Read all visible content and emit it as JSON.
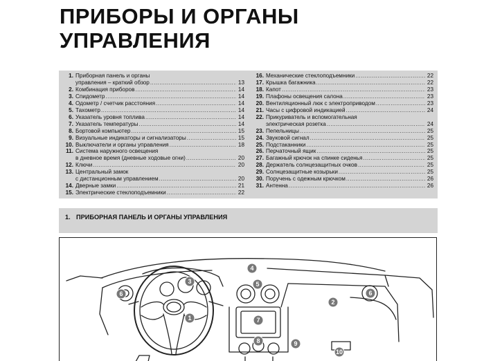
{
  "title": {
    "line1": "ПРИБОРЫ И ОРГАНЫ",
    "line2": "УПРАВЛЕНИЯ"
  },
  "toc": {
    "left": [
      {
        "num": "1.",
        "lines": [
          "Приборная панель и органы",
          "управления – краткий обзор"
        ],
        "page": "13"
      },
      {
        "num": "2.",
        "lines": [
          "Комбинация приборов"
        ],
        "page": "14"
      },
      {
        "num": "3.",
        "lines": [
          "Спидометр"
        ],
        "page": "14"
      },
      {
        "num": "4.",
        "lines": [
          "Одометр / счетчик расстояния"
        ],
        "page": "14"
      },
      {
        "num": "5.",
        "lines": [
          "Тахометр"
        ],
        "page": "14"
      },
      {
        "num": "6.",
        "lines": [
          "Указатель уровня топлива"
        ],
        "page": "14"
      },
      {
        "num": "7.",
        "lines": [
          "Указатель температуры"
        ],
        "page": "14"
      },
      {
        "num": "8.",
        "lines": [
          "Бортовой компьютер"
        ],
        "page": "15"
      },
      {
        "num": "9.",
        "lines": [
          "Визуальные индикаторы и сигнализаторы"
        ],
        "page": "15"
      },
      {
        "num": "10.",
        "lines": [
          "Выключатели и органы управления"
        ],
        "page": "18"
      },
      {
        "num": "11.",
        "lines": [
          "Система наружного освещения",
          "в дневное время (дневные ходовые огни)"
        ],
        "page": "20"
      },
      {
        "num": "12.",
        "lines": [
          "Ключи"
        ],
        "page": "20"
      },
      {
        "num": "13.",
        "lines": [
          "Центральный замок",
          "с дистанционным управлением"
        ],
        "page": "20"
      },
      {
        "num": "14.",
        "lines": [
          "Дверные замки"
        ],
        "page": "21"
      },
      {
        "num": "15.",
        "lines": [
          "Электрические стеклоподъемники"
        ],
        "page": "22"
      }
    ],
    "right": [
      {
        "num": "16.",
        "lines": [
          "Механические стеклоподъемники"
        ],
        "page": "22"
      },
      {
        "num": "17.",
        "lines": [
          "Крышка багажника"
        ],
        "page": "22"
      },
      {
        "num": "18.",
        "lines": [
          "Капот"
        ],
        "page": "23"
      },
      {
        "num": "19.",
        "lines": [
          "Плафоны освещения салона"
        ],
        "page": "23"
      },
      {
        "num": "20.",
        "lines": [
          "Вентиляционный люк с электроприводом"
        ],
        "page": "23"
      },
      {
        "num": "21.",
        "lines": [
          "Часы с цифровой индикацией"
        ],
        "page": "24"
      },
      {
        "num": "22.",
        "lines": [
          "Прикуриватель и вспомогательная",
          "электрическая розетка"
        ],
        "page": "24"
      },
      {
        "num": "23.",
        "lines": [
          "Пепельницы"
        ],
        "page": "25"
      },
      {
        "num": "24.",
        "lines": [
          "Звуковой сигнал"
        ],
        "page": "25"
      },
      {
        "num": "25.",
        "lines": [
          "Подстаканники"
        ],
        "page": "25"
      },
      {
        "num": "26.",
        "lines": [
          "Перчаточный ящик"
        ],
        "page": "25"
      },
      {
        "num": "27.",
        "lines": [
          "Багажный крючок на спинке сиденья"
        ],
        "page": "25"
      },
      {
        "num": "28.",
        "lines": [
          "Держатель солнцезащитных очков"
        ],
        "page": "25"
      },
      {
        "num": "29.",
        "lines": [
          "Солнцезащитные козырьки"
        ],
        "page": "25"
      },
      {
        "num": "30.",
        "lines": [
          "Поручень с одежным крючком"
        ],
        "page": "26"
      },
      {
        "num": "31.",
        "lines": [
          "Антенна"
        ],
        "page": "26"
      }
    ]
  },
  "section": {
    "num": "1.",
    "heading": "ПРИБОРНАЯ ПАНЕЛЬ И ОРГАНЫ УПРАВЛЕНИЯ"
  },
  "figure": {
    "callouts": [
      "1",
      "2",
      "3",
      "4",
      "5",
      "6",
      "6",
      "7",
      "8",
      "9",
      "10"
    ]
  }
}
